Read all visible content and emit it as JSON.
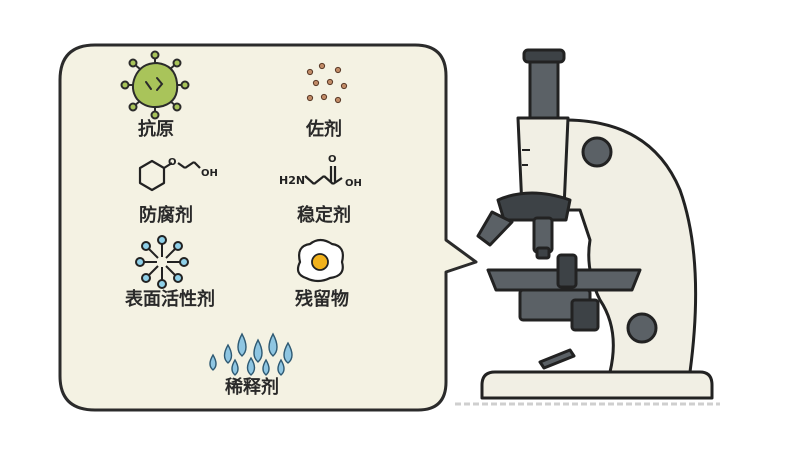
{
  "bubble": {
    "colors": {
      "fill": "#f4f2e3",
      "stroke": "#2b2b2b"
    },
    "items": [
      {
        "label": "抗原",
        "icon": "antigen-virus-icon"
      },
      {
        "label": "佐剂",
        "icon": "adjuvant-particles-icon"
      },
      {
        "label": "防腐剂",
        "icon": "preservative-molecule-icon",
        "chem_text": "OH"
      },
      {
        "label": "稳定剂",
        "icon": "stabilizer-molecule-icon",
        "chem_text_left": "H2N",
        "chem_text_top": "O",
        "chem_text_right": "OH"
      },
      {
        "label": "表面活性剂",
        "icon": "surfactant-micelle-icon"
      },
      {
        "label": "残留物",
        "icon": "residue-egg-icon"
      },
      {
        "label": "稀释剂",
        "icon": "diluent-drops-icon"
      }
    ]
  },
  "microscope": {
    "icon": "microscope-icon",
    "colors": {
      "body": "#f1efe4",
      "dark": "#5b6166",
      "darker": "#3d4246",
      "outline": "#222222"
    }
  }
}
